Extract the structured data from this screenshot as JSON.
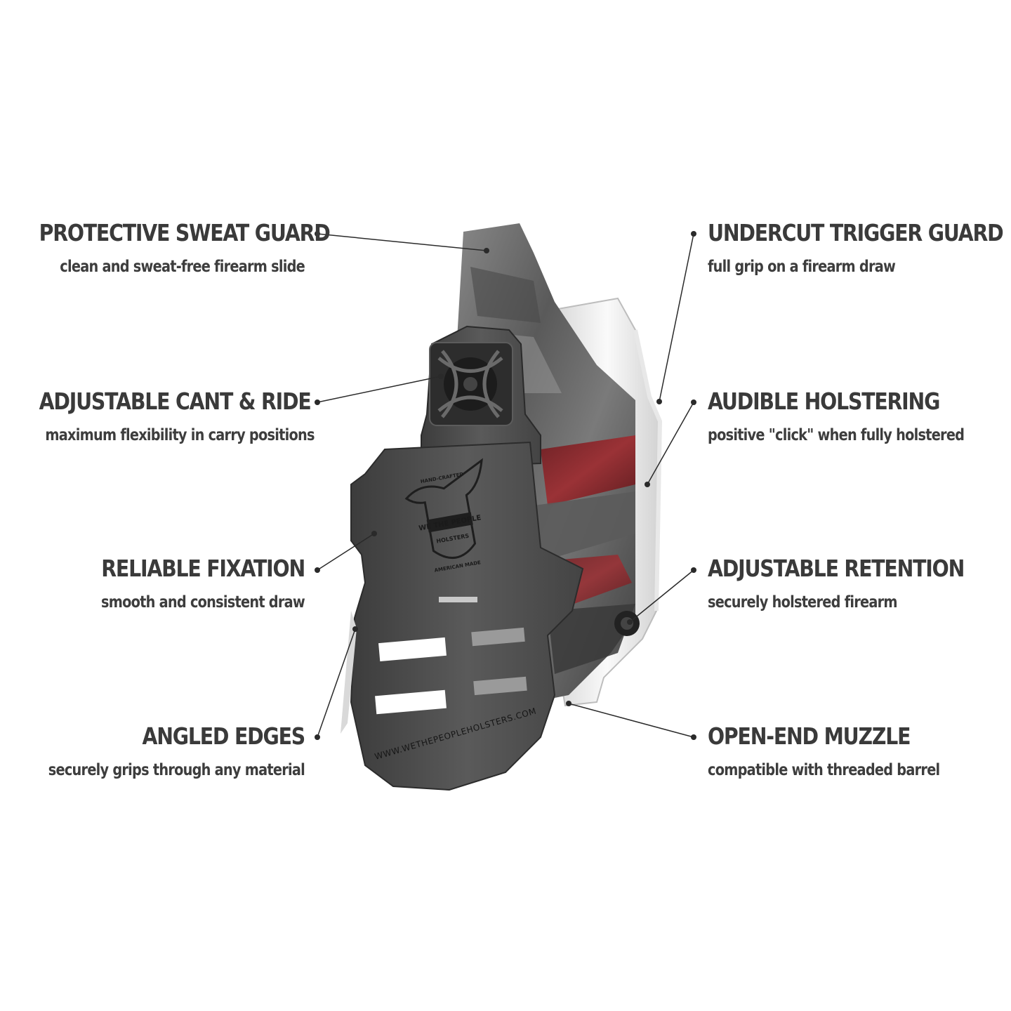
{
  "features": {
    "sweat_guard": {
      "title": "PROTECTIVE SWEAT GUARD",
      "subtitle": "clean and sweat-free firearm slide"
    },
    "cant_ride": {
      "title": "ADJUSTABLE CANT & RIDE",
      "subtitle": "maximum flexibility in carry positions"
    },
    "fixation": {
      "title": "RELIABLE FIXATION",
      "subtitle": "smooth and consistent draw"
    },
    "angled_edges": {
      "title": "ANGLED EDGES",
      "subtitle": "securely grips through any material"
    },
    "trigger_guard": {
      "title": "UNDERCUT TRIGGER GUARD",
      "subtitle": "full grip on a firearm draw"
    },
    "holstering": {
      "title": "AUDIBLE HOLSTERING",
      "subtitle": "positive \"click\" when fully holstered"
    },
    "retention": {
      "title": "ADJUSTABLE RETENTION",
      "subtitle": "securely holstered firearm"
    },
    "muzzle": {
      "title": "OPEN-END MUZZLE",
      "subtitle": "compatible with threaded barrel"
    }
  },
  "product": {
    "url": "WWW.WETHEPEOPLEHOLSTERS.COM",
    "logo_top": "HAND-CRAFTED",
    "logo_main": "WE THE PEOPLE",
    "logo_sub": "HOLSTERS",
    "logo_bottom": "AMERICAN MADE"
  },
  "colors": {
    "text": "#3a3a3a",
    "clip": "#4a4a4a",
    "shell_white": "#f2f2f2",
    "camo_gray": "#6d6d6d",
    "flag_red": "#8a2a2e"
  },
  "icons": [
    "callout-dot-icon",
    "eagle-logo-icon"
  ]
}
